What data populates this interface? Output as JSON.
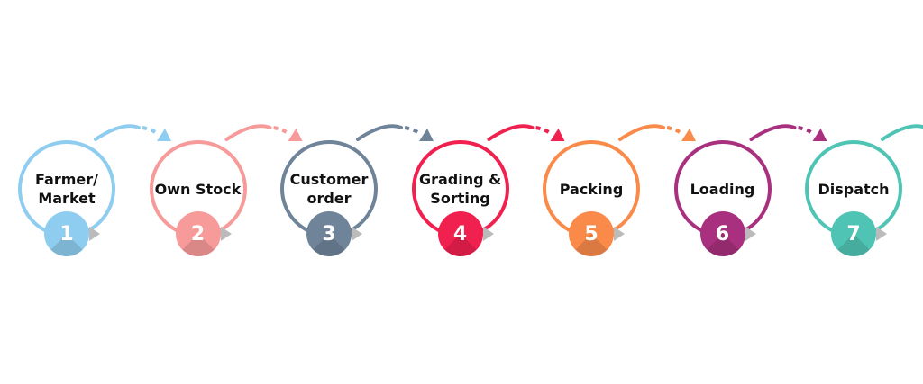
{
  "steps": [
    {
      "number": "1",
      "label": "Farmer/ Market",
      "color": "#8ecdf0"
    },
    {
      "number": "2",
      "label": "Own Stock",
      "color": "#f79a9a"
    },
    {
      "number": "3",
      "label": "Customer order",
      "color": "#6f8399"
    },
    {
      "number": "4",
      "label": "Grading & Sorting",
      "color": "#f0204f"
    },
    {
      "number": "5",
      "label": "Packing",
      "color": "#f98a4a"
    },
    {
      "number": "6",
      "label": "Loading",
      "color": "#a8307e"
    },
    {
      "number": "7",
      "label": "Dispatch",
      "color": "#4fc4b4"
    }
  ]
}
